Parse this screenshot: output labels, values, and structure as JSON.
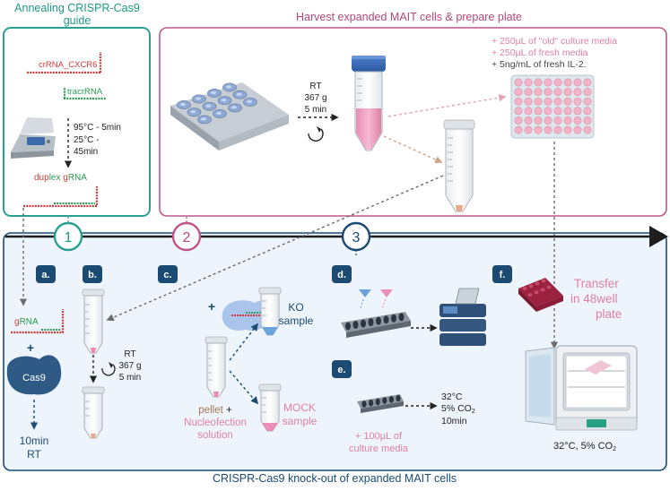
{
  "panels": {
    "annealing_title_line1": "Annealing CRISPR-Cas9",
    "annealing_title_line2": "guide",
    "harvest_title": "Harvest expanded MAIT cells & prepare plate",
    "knockout_title": "CRISPR-Cas9 knock-out of expanded MAIT cells"
  },
  "annealing": {
    "crrna_label": "crRNA_CXCR6",
    "tracrrna_label": "tracrRNA",
    "temp_step1": "95°C - 5min",
    "temp_step2_line1": "25°C -",
    "temp_step2_line2": "45min",
    "duplex_part1": "dup",
    "duplex_part2": "lex",
    "duplex_part3": " g",
    "duplex_part4": "RNA"
  },
  "harvest": {
    "spin_rt": "RT",
    "spin_speed": "367 g",
    "spin_time": "5 min",
    "media_old": "+ 250µL of \"old\" culture media",
    "media_fresh": "+ 250µL of fresh media",
    "media_il2": "+ 5ng/mL of fresh IL-2."
  },
  "timeline": {
    "steps": [
      "1",
      "2",
      "3"
    ]
  },
  "knockout": {
    "badges": [
      "a.",
      "b.",
      "c.",
      "d.",
      "e.",
      "f."
    ],
    "grna_g": "g",
    "grna_rna": "RNA",
    "plus_sign": "+",
    "cas9_label": "Cas9",
    "incubation_a_line1": "10min",
    "incubation_a_line2": "RT",
    "spin_rt": "RT",
    "spin_speed": "367 g",
    "spin_time": "5 min",
    "ko_line1": "KO",
    "ko_line2": "sample",
    "mock_line1": "MOCK",
    "mock_line2": "sample",
    "pellet_word": "pellet",
    "pellet_plus": " +",
    "nucleofection_solution": "Nucleofection",
    "solution_word": "solution",
    "media_e_line1": "+ 100µL of",
    "media_e_line2": "culture media",
    "incubate_e_temp": "32°C",
    "incubate_e_co2": "5% CO",
    "incubate_e_time": "10min",
    "transfer_line1": "Transfer",
    "transfer_line2": "in 48well",
    "transfer_line3": "plate",
    "incubator_label": "32°C, 5% CO",
    "subscript_2": "2"
  },
  "colors": {
    "teal": "#1f9a87",
    "magenta": "#b4477a",
    "navy": "#1b4a73",
    "pink": "#e07fa6",
    "red": "#d23a3a",
    "green": "#2a9a52"
  }
}
